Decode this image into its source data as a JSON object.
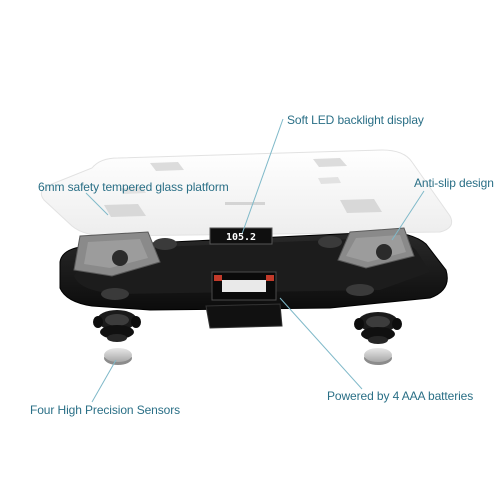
{
  "callouts": {
    "led_display": "Soft LED backlight display",
    "glass_platform": "6mm safety tempered glass platform",
    "anti_slip": "Anti-slip design",
    "sensors": "Four High Precision Sensors",
    "batteries": "Powered by 4 AAA batteries"
  },
  "display_readout": "105.2",
  "colors": {
    "callout_text": "#2a6f86",
    "callout_line": "#7fb9c9",
    "scale_body": "#141414",
    "glass": "#f4f4f4"
  }
}
